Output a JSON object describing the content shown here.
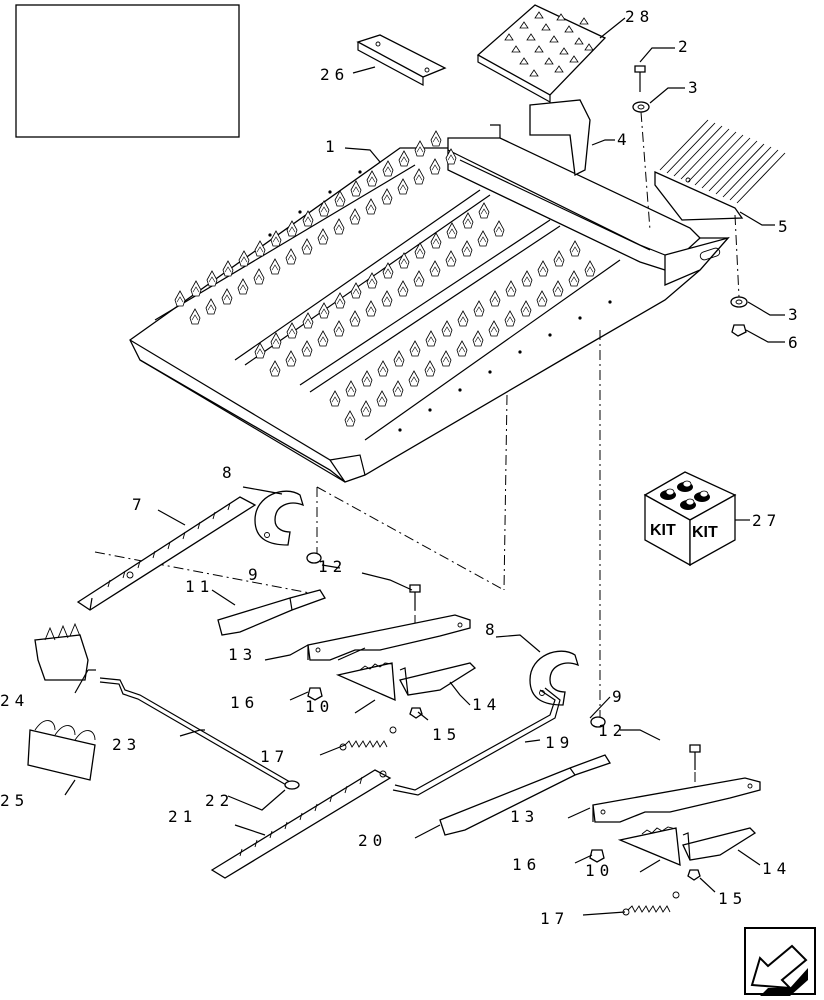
{
  "callouts": [
    {
      "id": "p1",
      "text": "1"
    },
    {
      "id": "p2",
      "text": "2"
    },
    {
      "id": "p3a",
      "text": "3"
    },
    {
      "id": "p3b",
      "text": "3"
    },
    {
      "id": "p4",
      "text": "4"
    },
    {
      "id": "p5",
      "text": "5"
    },
    {
      "id": "p6",
      "text": "6"
    },
    {
      "id": "p7",
      "text": "7"
    },
    {
      "id": "p8a",
      "text": "8"
    },
    {
      "id": "p8b",
      "text": "8"
    },
    {
      "id": "p9a",
      "text": "9"
    },
    {
      "id": "p9b",
      "text": "9"
    },
    {
      "id": "p10a",
      "text": "10"
    },
    {
      "id": "p10b",
      "text": "10"
    },
    {
      "id": "p11",
      "text": "11"
    },
    {
      "id": "p12a",
      "text": "12"
    },
    {
      "id": "p12b",
      "text": "12"
    },
    {
      "id": "p13a",
      "text": "13"
    },
    {
      "id": "p13b",
      "text": "13"
    },
    {
      "id": "p14a",
      "text": "14"
    },
    {
      "id": "p14b",
      "text": "14"
    },
    {
      "id": "p15a",
      "text": "15"
    },
    {
      "id": "p15b",
      "text": "15"
    },
    {
      "id": "p16a",
      "text": "16"
    },
    {
      "id": "p16b",
      "text": "16"
    },
    {
      "id": "p17a",
      "text": "17"
    },
    {
      "id": "p17b",
      "text": "17"
    },
    {
      "id": "p19",
      "text": "19"
    },
    {
      "id": "p20",
      "text": "20"
    },
    {
      "id": "p21",
      "text": "21"
    },
    {
      "id": "p22",
      "text": "22"
    },
    {
      "id": "p23",
      "text": "23"
    },
    {
      "id": "p24",
      "text": "24"
    },
    {
      "id": "p25",
      "text": "25"
    },
    {
      "id": "p26",
      "text": "26"
    },
    {
      "id": "p27",
      "text": "27"
    },
    {
      "id": "p28",
      "text": "28"
    }
  ],
  "kit_box": {
    "face_left": "KIT",
    "face_right": "KIT"
  },
  "icons": {
    "nav": "back-arrow-icon"
  }
}
